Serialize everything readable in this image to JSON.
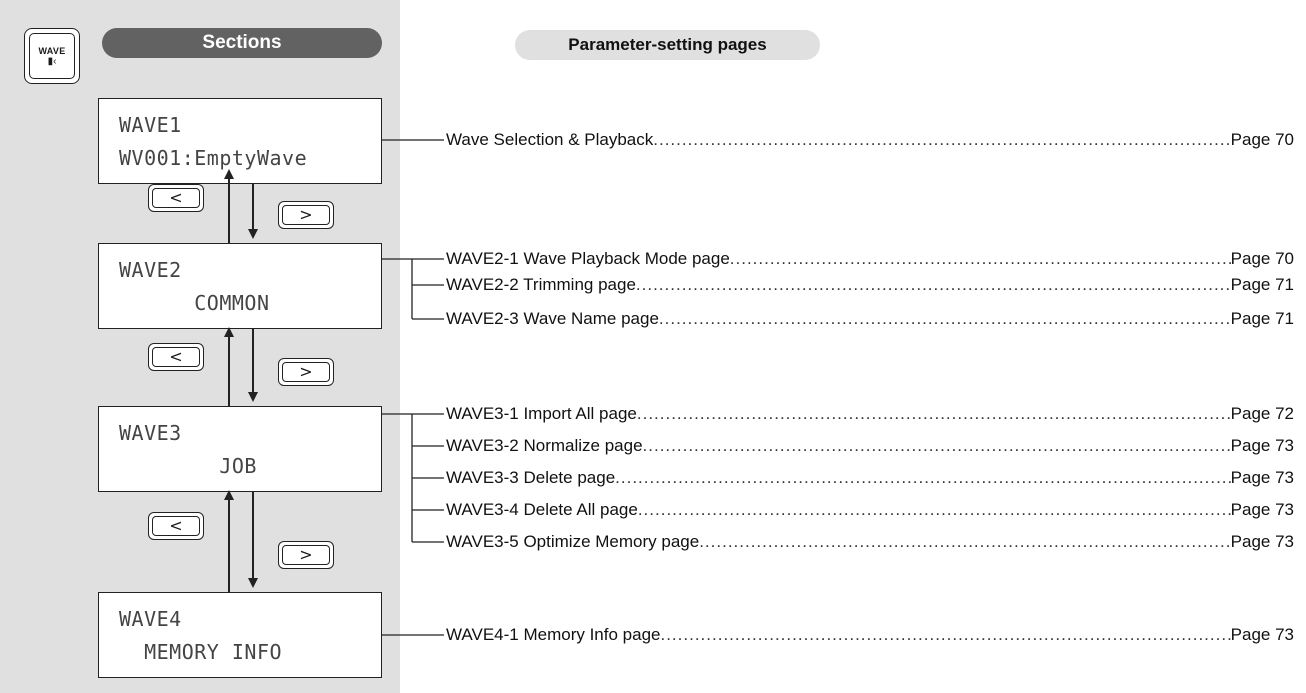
{
  "mode_button": {
    "label": "WAVE",
    "icon": "speaker-icon"
  },
  "headers": {
    "sections": "Sections",
    "params": "Parameter-setting pages"
  },
  "nav": {
    "prev": "<",
    "next": ">"
  },
  "sections": [
    {
      "line1": "WAVE1",
      "line2": "WV001:EmptyWave"
    },
    {
      "line1": "WAVE2",
      "line2": "      COMMON"
    },
    {
      "line1": "WAVE3",
      "line2": "        JOB"
    },
    {
      "line1": "WAVE4",
      "line2": "  MEMORY INFO"
    }
  ],
  "pages": [
    {
      "label": "Wave Selection & Playback",
      "page": "Page 70"
    },
    {
      "label": "WAVE2-1 Wave Playback Mode page",
      "page": "Page 70"
    },
    {
      "label": "WAVE2-2 Trimming page ",
      "page": "Page 71"
    },
    {
      "label": "WAVE2-3 Wave Name page ",
      "page": "Page 71"
    },
    {
      "label": "WAVE3-1 Import All page ",
      "page": "Page 72"
    },
    {
      "label": "WAVE3-2 Normalize page",
      "page": "Page 73"
    },
    {
      "label": "WAVE3-3 Delete page ",
      "page": "Page 73"
    },
    {
      "label": "WAVE3-4 Delete All page ",
      "page": "Page 73"
    },
    {
      "label": "WAVE3-5 Optimize Memory page",
      "page": "Page 73"
    },
    {
      "label": "WAVE4-1 Memory Info page",
      "page": "Page 73"
    }
  ]
}
